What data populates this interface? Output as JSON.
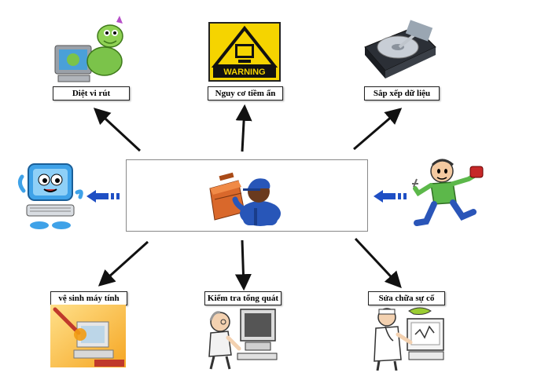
{
  "labels": {
    "top_left": "Diệt vi rút",
    "top_center": "Nguy cơ tiềm ẩn",
    "top_right": "Sắp xếp dữ liệu",
    "bottom_left": "vệ sinh máy tính",
    "bottom_center": "Kiểm tra tổng quát",
    "bottom_right": "Sửa chữa sự cố"
  },
  "warning_sign_text": "WARNING",
  "icons": {
    "top_left": "virus-monster-computer-icon",
    "top_center": "warning-sign-icon",
    "top_right": "hard-drive-icon",
    "middle_left": "happy-computer-icon",
    "center": "technician-toolbox-icon",
    "middle_right": "running-repairman-icon",
    "bottom_left": "computer-cleaning-icon",
    "bottom_center": "old-man-computer-icon",
    "bottom_right": "doctor-computer-icon"
  },
  "colors": {
    "arrow_black": "#111111",
    "arrow_blue": "#1f4fc4",
    "warning_yellow": "#f5d400"
  }
}
